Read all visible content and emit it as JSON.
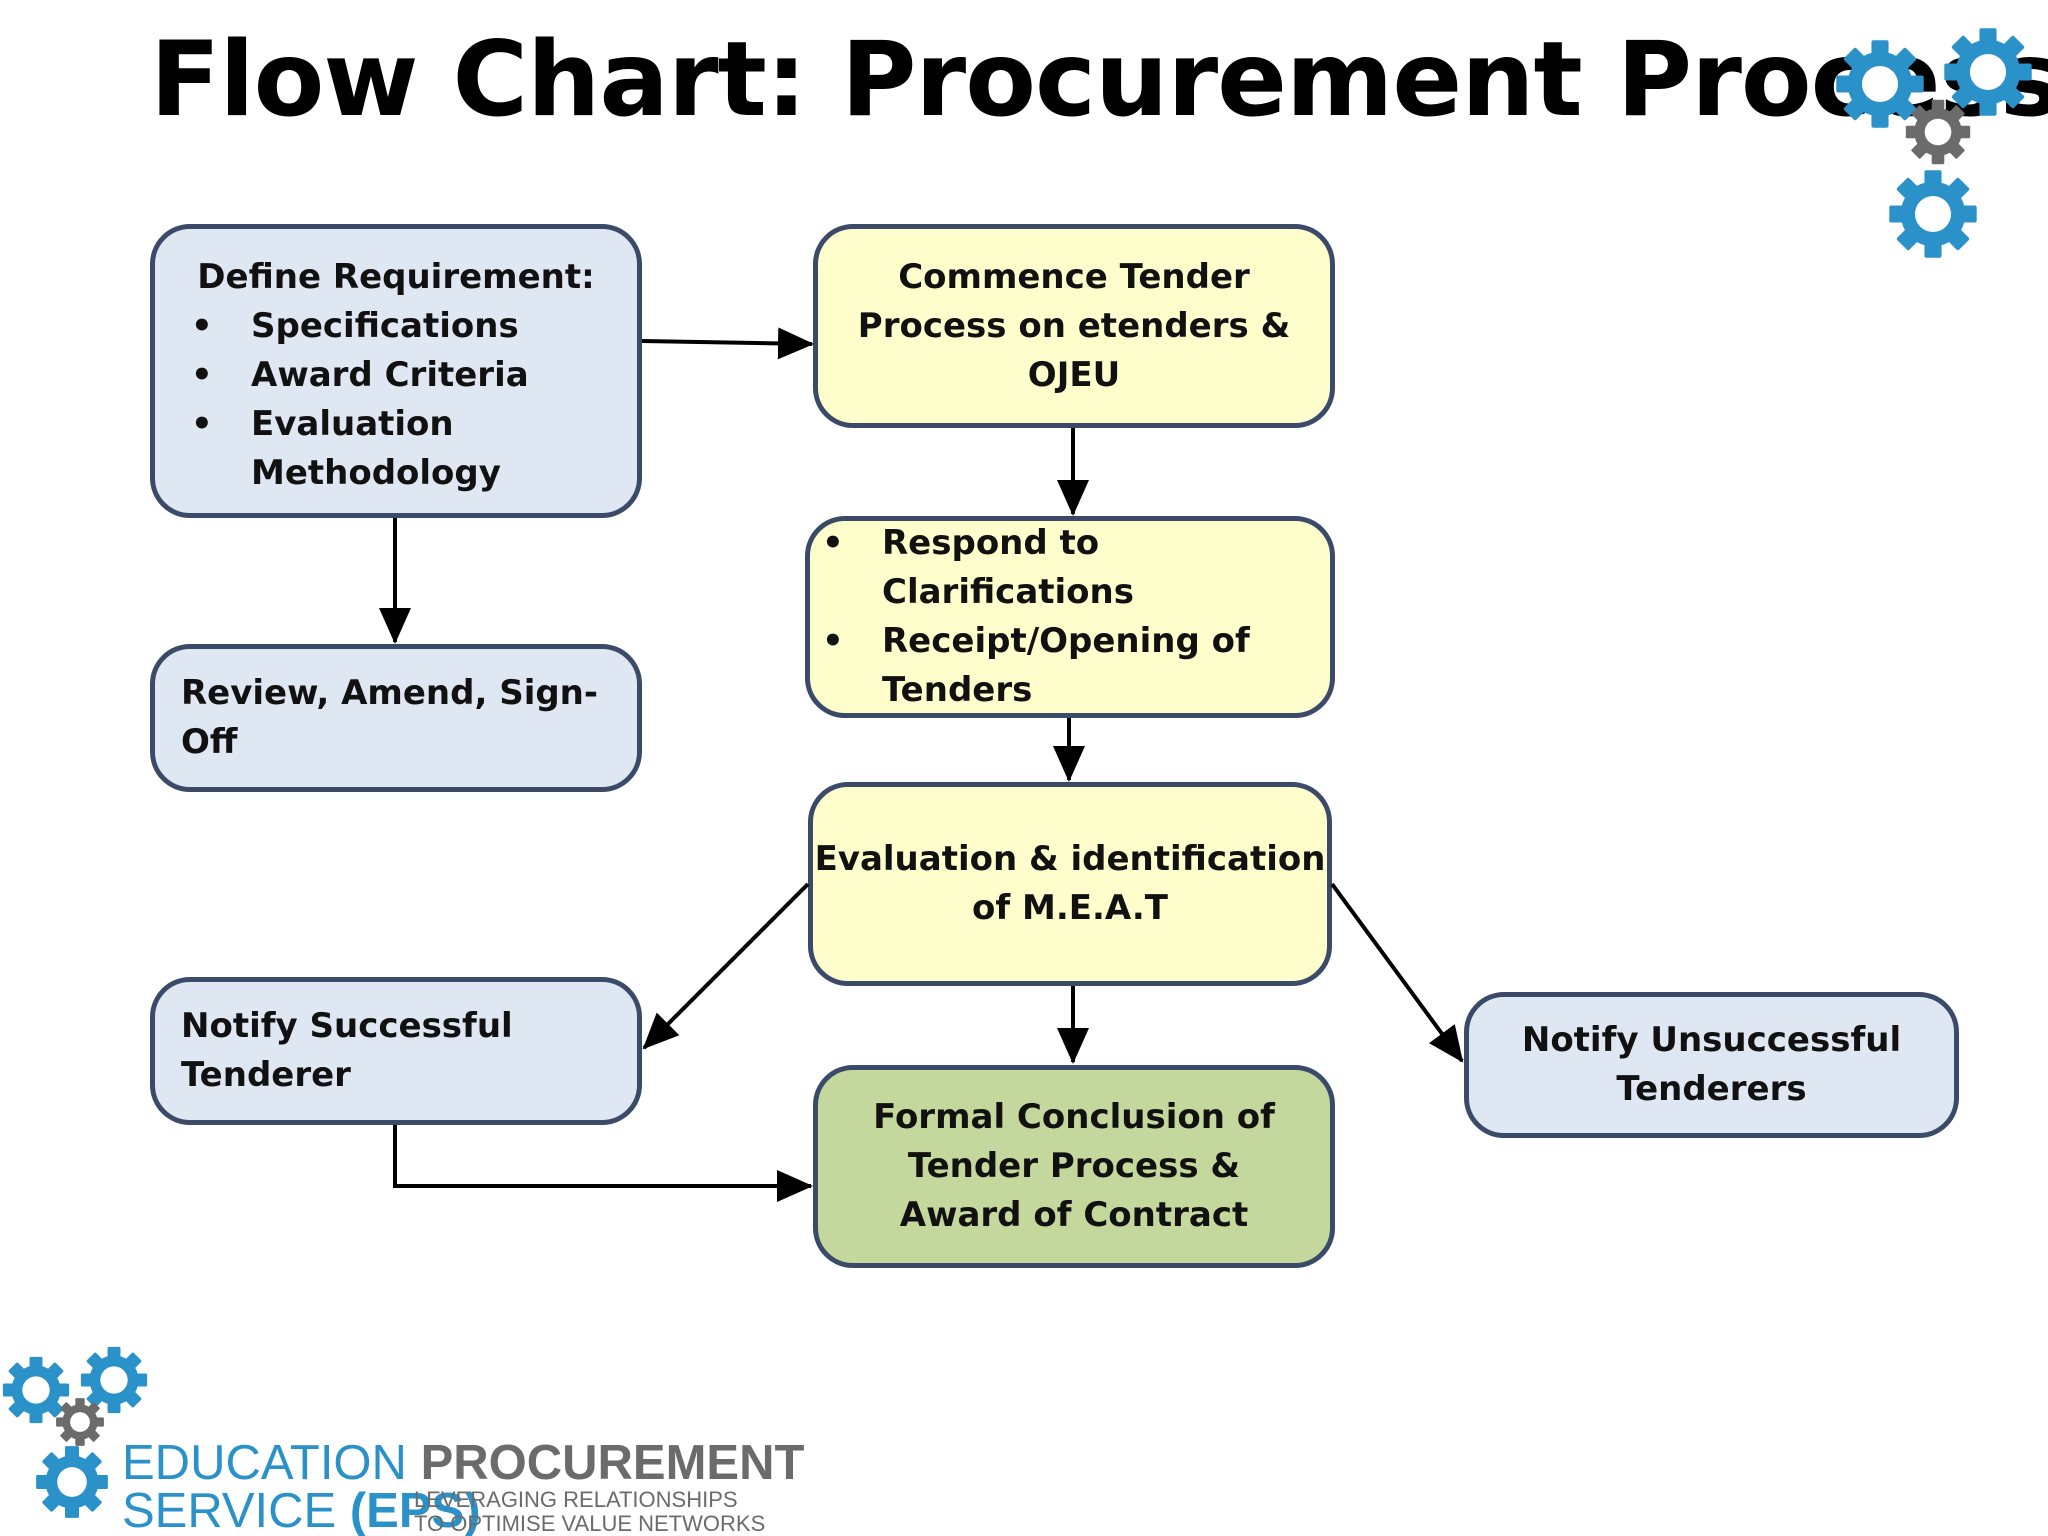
{
  "title": "Flow Chart: Procurement Process",
  "nodes": {
    "define_requirement": {
      "heading": "Define Requirement:",
      "bullets": [
        "Specifications",
        "Award Criteria",
        "Evaluation Methodology"
      ]
    },
    "review": {
      "text": "Review, Amend, Sign-Off"
    },
    "commence_tender": {
      "lines": [
        "Commence Tender",
        "Process on etenders &",
        "OJEU"
      ]
    },
    "clarifications": {
      "bullets": [
        "Respond to Clarifications",
        "Receipt/Opening of Tenders"
      ]
    },
    "evaluation": {
      "lines": [
        "Evaluation & identification",
        "of M.E.A.T"
      ]
    },
    "notify_successful": {
      "lines": [
        "Notify Successful",
        "Tenderer"
      ]
    },
    "formal_conclusion": {
      "lines": [
        "Formal Conclusion of",
        "Tender Process &",
        "Award of Contract"
      ]
    },
    "notify_unsuccessful": {
      "lines": [
        "Notify Unsuccessful",
        "Tenderers"
      ]
    }
  },
  "edges": [
    {
      "from": "define_requirement",
      "to": "commence_tender"
    },
    {
      "from": "define_requirement",
      "to": "review"
    },
    {
      "from": "commence_tender",
      "to": "clarifications"
    },
    {
      "from": "clarifications",
      "to": "evaluation"
    },
    {
      "from": "evaluation",
      "to": "formal_conclusion"
    },
    {
      "from": "evaluation",
      "to": "notify_successful"
    },
    {
      "from": "evaluation",
      "to": "notify_unsuccessful"
    },
    {
      "from": "notify_successful",
      "to": "formal_conclusion"
    }
  ],
  "logo": {
    "line1_a": "EDUCATION",
    "line1_b": "PROCUREMENT",
    "line2_a": "SERVICE",
    "line2_b": "(EPS)",
    "tagline_1": "LEVERAGING RELATIONSHIPS",
    "tagline_2": "TO OPTIMISE VALUE NETWORKS"
  },
  "colors": {
    "box_border": "#3b4a68",
    "box_blue": "#dfe7f3",
    "box_yellow": "#fefecd",
    "box_green": "#c4d79c",
    "gear_blue": "#2b91c9",
    "gear_gray": "#6b6b6b"
  },
  "icons": [
    "gears-icon",
    "gears-icon"
  ]
}
